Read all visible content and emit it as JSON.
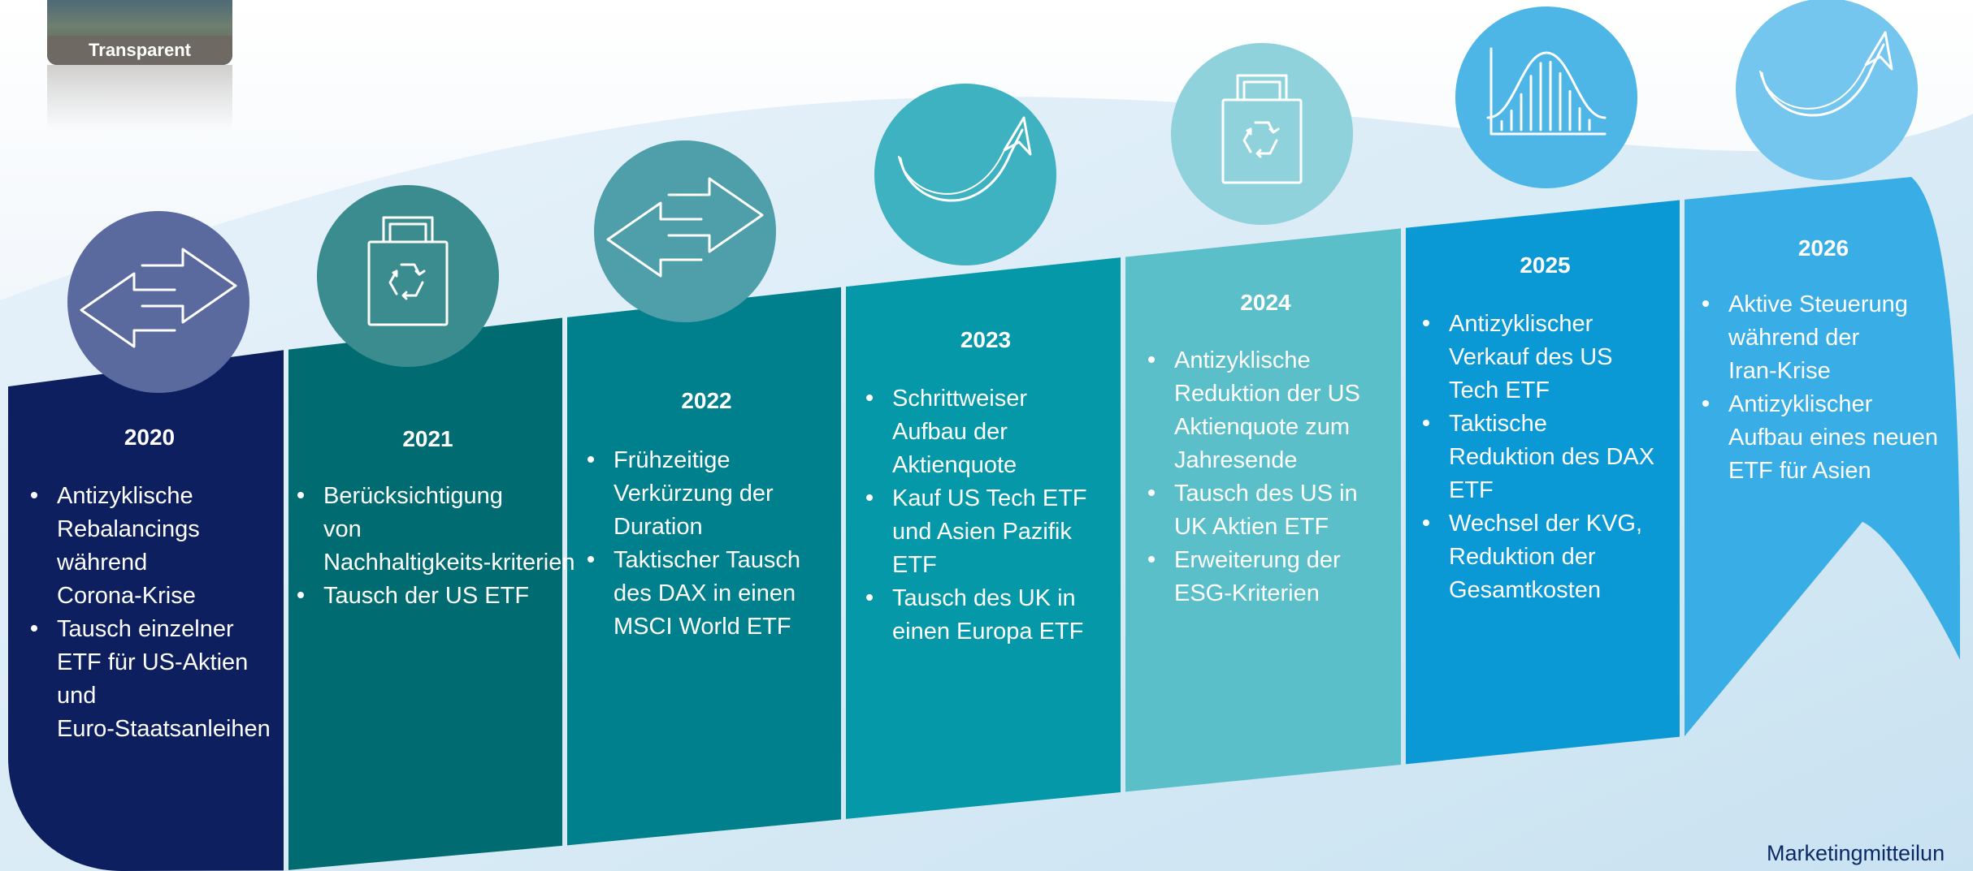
{
  "thumbnail": {
    "label": "Transparent"
  },
  "footer": "Marketingmitteilun",
  "timeline": [
    {
      "year": "2020",
      "color": "#0d1f5f",
      "icon_color": "#5a6a9e",
      "icon": "exchange-arrows-icon",
      "bullets": [
        "Antizyklische Rebalancings während Corona-Krise",
        "Tausch einzelner ETF für US-Aktien und Euro-Staatsanleihen"
      ]
    },
    {
      "year": "2021",
      "color": "#006b70",
      "icon_color": "#3a8c8f",
      "icon": "recycle-bag-icon",
      "bullets": [
        "Berücksichtigung von Nachhaltigkeits-kriterien",
        "Tausch der US ETF"
      ]
    },
    {
      "year": "2022",
      "color": "#007f8c",
      "icon_color": "#4f9fab",
      "icon": "exchange-arrows-icon",
      "bullets": [
        "Frühzeitige Verkürzung der Duration",
        "Taktischer Tausch des DAX in einen MSCI World ETF"
      ]
    },
    {
      "year": "2023",
      "color": "#0498a8",
      "icon_color": "#3fb2c2",
      "icon": "growth-arrow-icon",
      "bullets": [
        "Schrittweiser Aufbau der Aktienquote",
        "Kauf US Tech ETF und Asien Pazifik ETF",
        "Tausch des UK in einen Europa ETF"
      ]
    },
    {
      "year": "2024",
      "color": "#5bbfca",
      "icon_color": "#8fd2db",
      "icon": "recycle-bag-icon",
      "bullets": [
        "Antizyklische Reduktion der US Aktienquote zum Jahresende",
        "Tausch des US in UK Aktien ETF",
        "Erweiterung der ESG-Kriterien"
      ]
    },
    {
      "year": "2025",
      "color": "#0a99d4",
      "icon_color": "#4db6e6",
      "icon": "bell-curve-chart-icon",
      "bullets": [
        "Antizyklischer Verkauf des US Tech ETF",
        "Taktische Reduktion des DAX ETF",
        "Wechsel der KVG, Reduktion der Gesamtkosten"
      ]
    },
    {
      "year": "2026",
      "color": "#39ade5",
      "icon_color": "#74c6ee",
      "icon": "growth-arrow-icon",
      "bullets": [
        "Aktive Steuerung während der Iran-Krise",
        "Antizyklischer Aufbau eines neuen ETF für Asien"
      ]
    }
  ]
}
